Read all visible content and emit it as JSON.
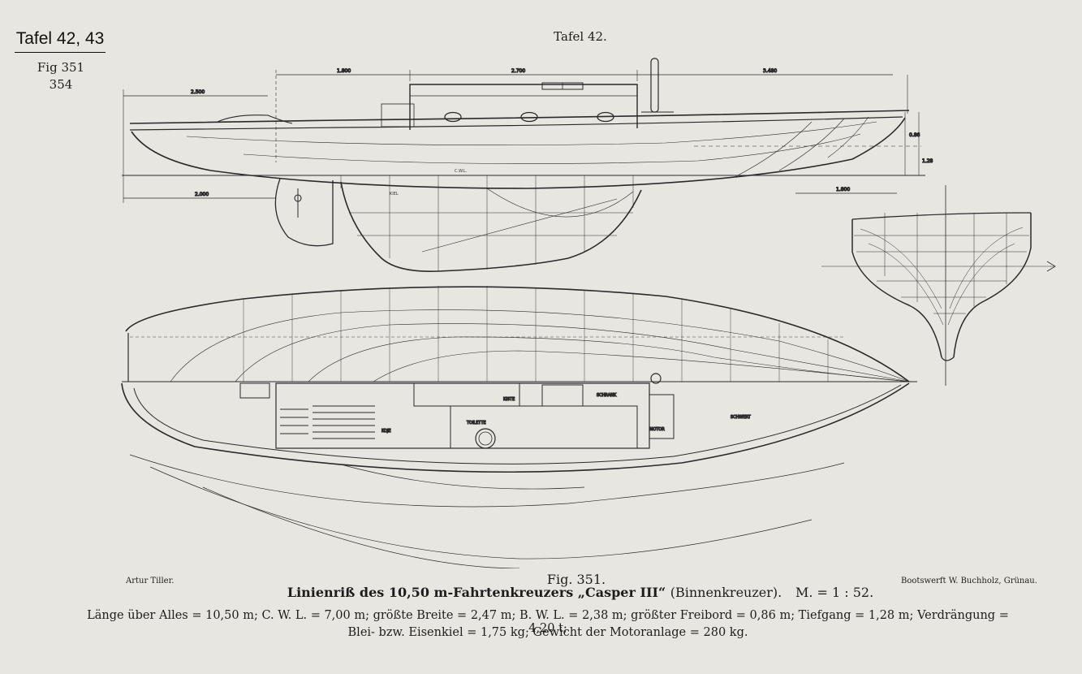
{
  "sidebar": {
    "title": "Tafel 42, 43",
    "fig_line1": "Fig 351",
    "fig_line2": "354"
  },
  "plate": {
    "title": "Tafel 42."
  },
  "drawing": {
    "dimensions": [
      "1.800",
      "2.700",
      "3.480",
      "2.500",
      "2.000",
      "1.800",
      "0.86",
      "1.28"
    ],
    "plan_labels": [
      "KISTE",
      "TOILETTE",
      "SCHRANK",
      "KOJE",
      "MOTOR",
      "SCHWERT"
    ],
    "ink_color": "#2a2a2a",
    "paper_color": "#e8e6e1"
  },
  "credits": {
    "left": "Artur Tiller.",
    "right": "Bootswerft W. Buchholz, Grünau."
  },
  "caption": {
    "fig_no": "Fig. 351.",
    "title": "Linienriß des 10,50 m-Fahrtenkreuzers „Casper III“",
    "subtitle": "(Binnenkreuzer).",
    "scale": "M. = 1 : 52."
  },
  "specs": {
    "line1": "Länge über Alles = 10,50 m;  C. W. L. = 7,00 m;  größte Breite = 2,47 m;  B. W. L. = 2,38 m;  größter Freibord = 0,86 m;  Tiefgang = 1,28 m;  Verdrängung = 4,20 t;",
    "line2": "Blei- bzw. Eisenkiel = 1,75 kg;  Gewicht der Motoranlage = 280 kg."
  }
}
